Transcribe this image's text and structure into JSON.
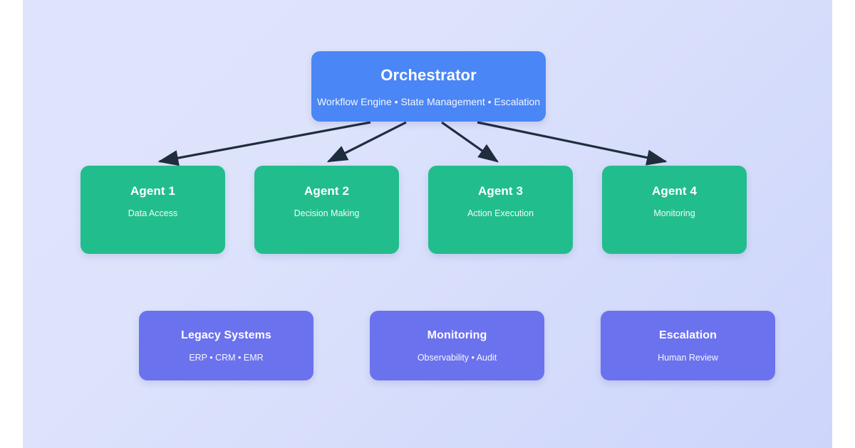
{
  "canvas": {
    "background_start": "#dfe4fc",
    "background_end": "#cdd5fb",
    "page_background": "#ffffff"
  },
  "theme": {
    "orchestrator_color": "#4a86f5",
    "agent_color": "#22bd8c",
    "support_color": "#6b72ee",
    "arrow_color": "#1f2d3d",
    "text_color": "#ffffff"
  },
  "diagram": {
    "type": "hierarchy",
    "orchestrator": {
      "title": "Orchestrator",
      "subtitle": "Workflow Engine • State Management • Escalation"
    },
    "agents": [
      {
        "title": "Agent 1",
        "subtitle": "Data Access"
      },
      {
        "title": "Agent 2",
        "subtitle": "Decision Making"
      },
      {
        "title": "Agent 3",
        "subtitle": "Action Execution"
      },
      {
        "title": "Agent 4",
        "subtitle": "Monitoring"
      }
    ],
    "support": [
      {
        "title": "Legacy Systems",
        "subtitle": "ERP • CRM • EMR"
      },
      {
        "title": "Monitoring",
        "subtitle": "Observability • Audit"
      },
      {
        "title": "Escalation",
        "subtitle": "Human Review"
      }
    ],
    "connections": [
      {
        "from": "Orchestrator",
        "to": "Agent 1"
      },
      {
        "from": "Orchestrator",
        "to": "Agent 2"
      },
      {
        "from": "Orchestrator",
        "to": "Agent 3"
      },
      {
        "from": "Orchestrator",
        "to": "Agent 4"
      }
    ]
  }
}
